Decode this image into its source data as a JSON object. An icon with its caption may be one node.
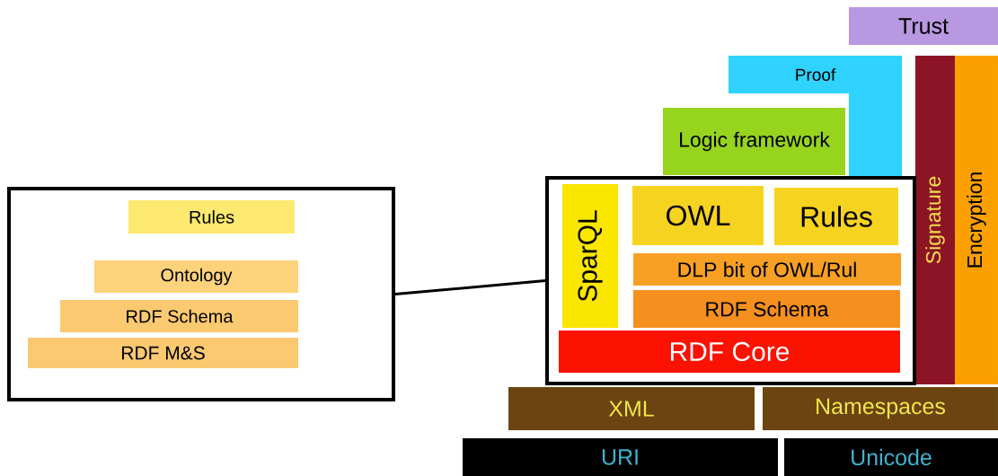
{
  "diagram": {
    "nodes": [
      {
        "text": [
          "Trust"
        ]
      },
      {
        "text": [
          "Proof"
        ]
      },
      {
        "text": [
          "Logic framework"
        ]
      },
      {
        "text": [
          "Signature"
        ]
      },
      {
        "text": [
          "Encryption"
        ]
      },
      {
        "text": [],
        "shape": "box"
      },
      {
        "text": [
          "Rules"
        ],
        "in": 5
      },
      {
        "text": [
          "Ontology"
        ],
        "in": 5
      },
      {
        "text": [
          "RDF Schema"
        ],
        "in": 5
      },
      {
        "text": [
          "RDF M&S"
        ],
        "in": 5
      },
      {
        "text": [],
        "shape": "box"
      },
      {
        "text": [
          "SparQL"
        ],
        "in": 10
      },
      {
        "text": [
          "OWL"
        ],
        "in": 10
      },
      {
        "text": [
          "Rules"
        ],
        "in": 10
      },
      {
        "text": [
          "DLP bit of OWL/Rul"
        ],
        "in": 10
      },
      {
        "text": [
          "RDF Schema"
        ],
        "in": 10
      },
      {
        "text": [
          "RDF Core"
        ],
        "in": 10
      },
      {
        "text": [
          "XML"
        ]
      },
      {
        "text": [
          "Namespaces"
        ]
      },
      {
        "text": [
          "URI"
        ]
      },
      {
        "text": [
          "Unicode"
        ]
      }
    ],
    "edges": [
      {
        "from": 5,
        "to": 10,
        "arrow": "none"
      }
    ]
  }
}
